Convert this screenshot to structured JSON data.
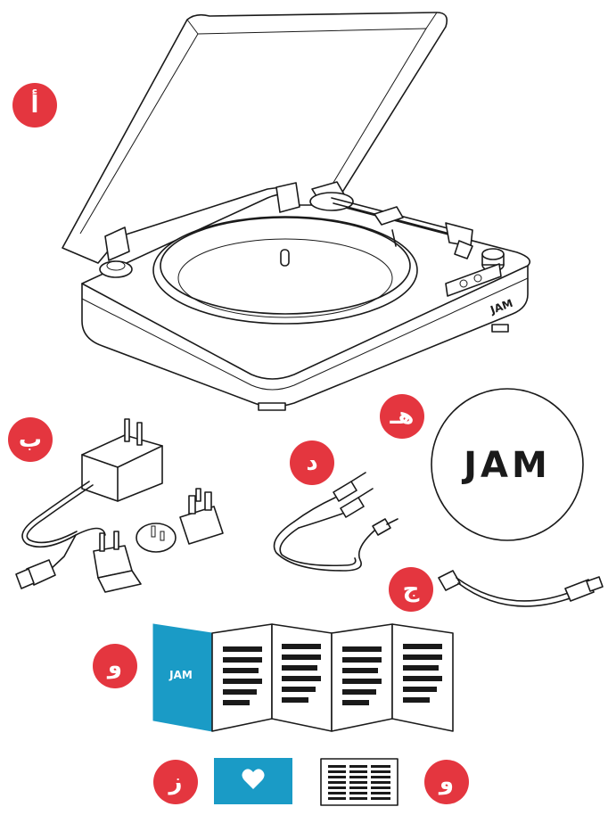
{
  "brand": {
    "logo_text": "JAM",
    "colors": {
      "badge": "#e4363f",
      "accent": "#1a9bc6",
      "line": "#1a1a1a"
    }
  },
  "labels": {
    "turntable": "أ",
    "power_adapter": "ب",
    "usb_cable": "ج",
    "rca_cable": "د",
    "slipmat": "هـ",
    "manual": "و",
    "warranty_card": "ز",
    "quick_guide": "و"
  },
  "icons": {
    "card_icon": "heart-icon"
  }
}
